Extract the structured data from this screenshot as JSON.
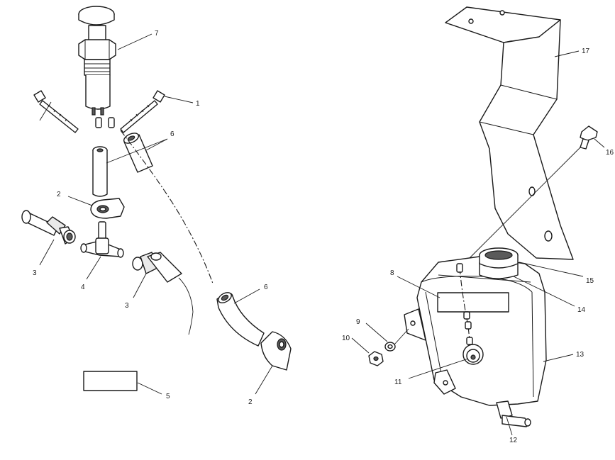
{
  "callouts": [
    {
      "id": "c1",
      "text": "1"
    },
    {
      "id": "c2a",
      "text": "2"
    },
    {
      "id": "c2b",
      "text": "2"
    },
    {
      "id": "c3a",
      "text": "3"
    },
    {
      "id": "c3b",
      "text": "3"
    },
    {
      "id": "c4",
      "text": "4"
    },
    {
      "id": "c5",
      "text": "5"
    },
    {
      "id": "c6a",
      "text": "6"
    },
    {
      "id": "c6b",
      "text": "6"
    },
    {
      "id": "c7",
      "text": "7"
    },
    {
      "id": "c8",
      "text": "8"
    },
    {
      "id": "c9",
      "text": "9"
    },
    {
      "id": "c10",
      "text": "10"
    },
    {
      "id": "c11",
      "text": "11"
    },
    {
      "id": "c12",
      "text": "12"
    },
    {
      "id": "c13",
      "text": "13"
    },
    {
      "id": "c14",
      "text": "14"
    },
    {
      "id": "c15",
      "text": "15"
    },
    {
      "id": "c16",
      "text": "16"
    },
    {
      "id": "c17",
      "text": "17"
    }
  ]
}
